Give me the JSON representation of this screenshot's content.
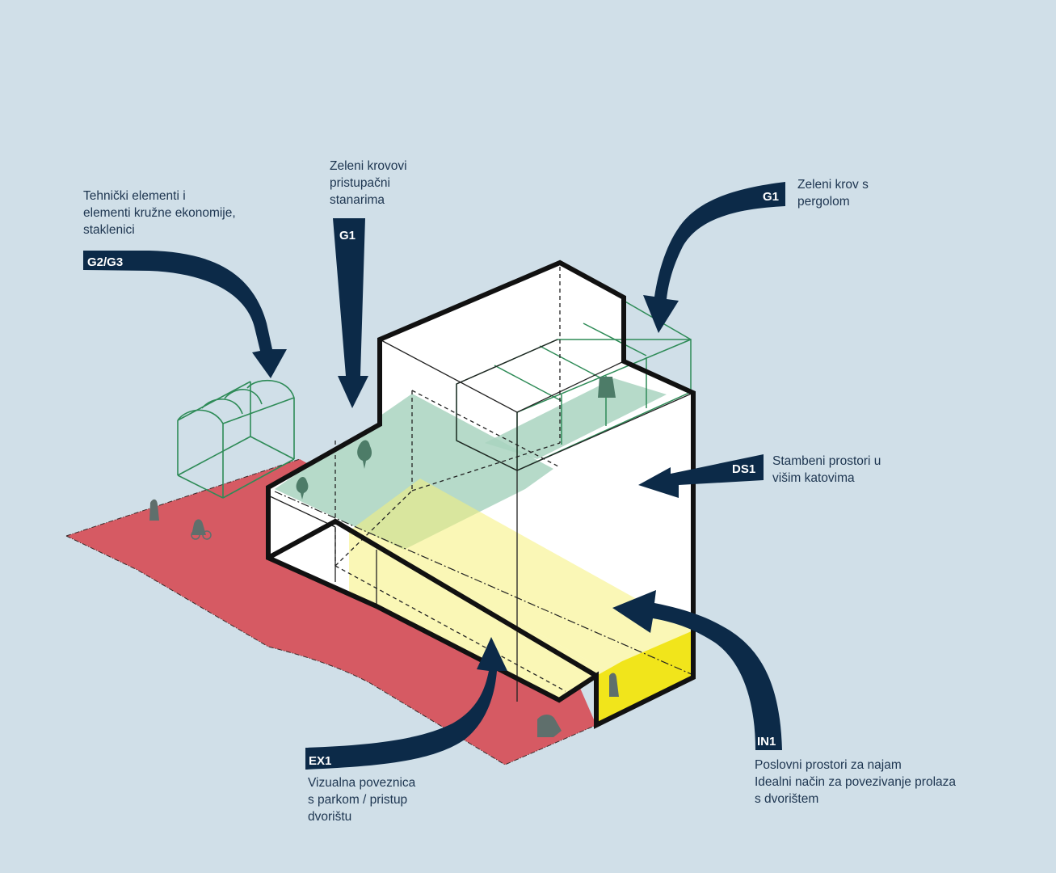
{
  "diagram": {
    "title": "Isometric building concept diagram",
    "colors": {
      "background": "#d0dfe8",
      "arrow": "#0c2a48",
      "ground": "#d65a63",
      "green_roof": "#a9d3bf",
      "green_frame": "#2e8b57",
      "yellow_volume": "#f5f07a",
      "yellow_face": "#f1e51b",
      "building_outline": "#111111",
      "figure": "#5f6f6c",
      "label_text": "#1d3550"
    },
    "annotations": [
      {
        "id": "g2g3",
        "code": "G2/G3",
        "description": "Tehnički elementi i\nelementi kružne ekonomije,\nstaklenici",
        "arrow_direction": "down",
        "target": "greenhouse"
      },
      {
        "id": "g1-left",
        "code": "G1",
        "description": "Zeleni krovovi\npristupačni\nstanarima",
        "arrow_direction": "down",
        "target": "green-roof-lower"
      },
      {
        "id": "g1-right",
        "code": "G1",
        "description": "Zeleni krov s\npergolom",
        "arrow_direction": "down-left",
        "target": "pergola-roof"
      },
      {
        "id": "ds1",
        "code": "DS1",
        "description": "Stambeni prostori u\nvišim katovima",
        "arrow_direction": "left",
        "target": "upper-floors"
      },
      {
        "id": "in1",
        "code": "IN1",
        "description": "Poslovni prostori za najam\nIdealni način za povezivanje prolaza\ns dvorištem",
        "arrow_direction": "up-left",
        "target": "ground-floor-passage"
      },
      {
        "id": "ex1",
        "code": "EX1",
        "description": "Vizualna poveznica\ns parkom / pristup\ndvorištu",
        "arrow_direction": "up",
        "target": "courtyard-access"
      }
    ]
  }
}
